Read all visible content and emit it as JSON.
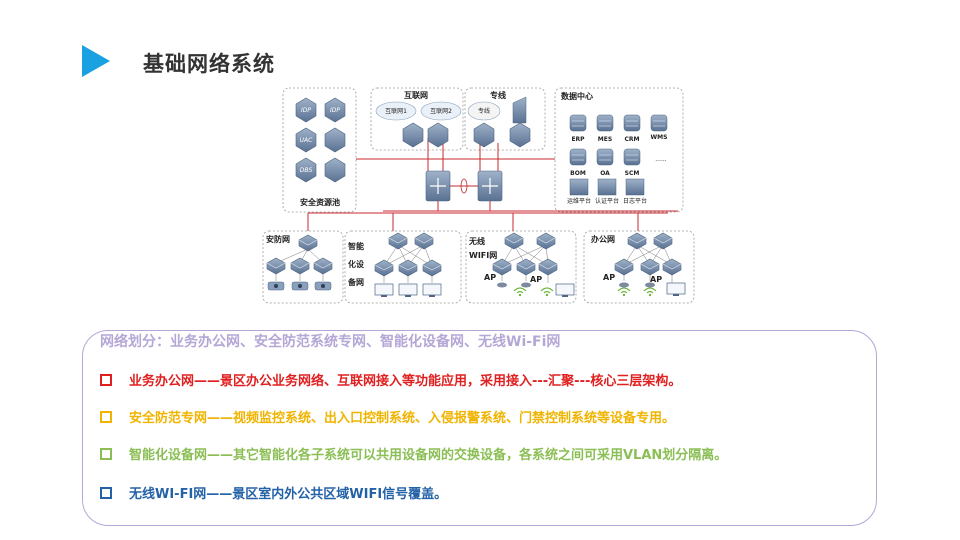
{
  "page": {
    "title": "基础网络系统"
  },
  "diagram": {
    "pool_title": "安全资源池",
    "pool_items": [
      "IDP",
      "IDP",
      "UAC",
      "",
      "DBS",
      ""
    ],
    "internet_title": "互联网",
    "internet_links": [
      "互联网1",
      "互联网2"
    ],
    "leased_title": "专线",
    "leased_cloud": "专线",
    "dc_title": "数据中心",
    "dc_row1": [
      "ERP",
      "MES",
      "CRM",
      "WMS"
    ],
    "dc_row2": [
      "BOM",
      "OA",
      "SCM",
      "......"
    ],
    "dc_row3": [
      "运维平台",
      "认证平台",
      "日志平台"
    ],
    "zone_security": "安防网",
    "zone_smart": [
      "智能",
      "化设",
      "备网"
    ],
    "zone_wifi": [
      "无线",
      "WIFI网"
    ],
    "zone_office": "办公网",
    "ap_label": "AP"
  },
  "info": {
    "heading": "网络划分：业务办公网、安全防范系统专网、智能化设备网、无线Wi-Fi网",
    "bullets": [
      "业务办公网——景区办公业务网络、互联网接入等功能应用，采用接入---汇聚---核心三层架构。",
      "安全防范专网——视频监控系统、出入口控制系统、入侵报警系统、门禁控制系统等设备专用。",
      "智能化设备网——其它智能化各子系统可以共用设备网的交换设备，各系统之间可采用VLAN划分隔离。",
      "无线WI-FI网——景区室内外公共区域WIFI信号覆盖。"
    ]
  },
  "colors": {
    "accent": "#1aa1e2",
    "frame": "#b4a7d6",
    "red": "#e02020",
    "yellow": "#f0b400",
    "green": "#8bbf55",
    "blue": "#2462a8",
    "link": "#c8282d",
    "device": "#6f87a8"
  }
}
